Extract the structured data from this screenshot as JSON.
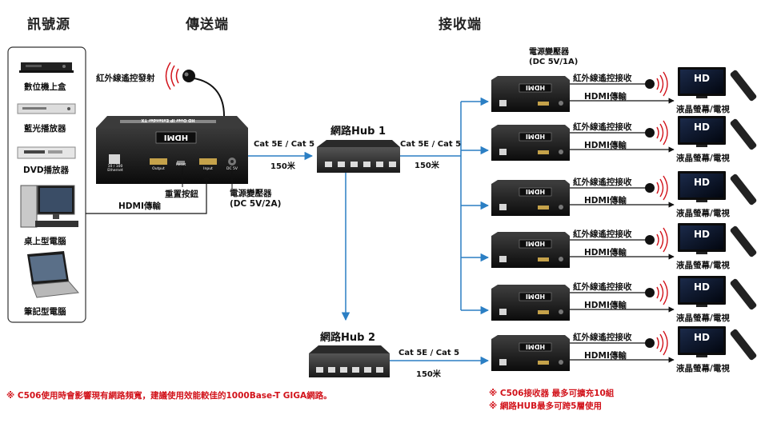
{
  "headers": {
    "source": "訊號源",
    "transmitter": "傳送端",
    "receiver": "接收端"
  },
  "sources": [
    "數位機上盒",
    "藍光播放器",
    "DVD播放器",
    "桌上型電腦",
    "筆記型電腦"
  ],
  "transmitter": {
    "ir_label": "紅外線遙控發射",
    "ports": [
      "10 / 100\nEthernet",
      "Output",
      "Reset",
      "Input",
      "DC 5V"
    ],
    "reset_label": "重置按鈕",
    "power_label": "電源變壓器\n(DC 5V/2A)",
    "hdmi_label": "HDMI傳輸",
    "logo": "HDMI",
    "model": "HD Over IP Extender TX"
  },
  "links": {
    "cable": "Cat 5E / Cat 5",
    "distance": "150米"
  },
  "hub1": {
    "title": "網路Hub 1"
  },
  "hub2": {
    "title": "網路Hub 2"
  },
  "receivers": {
    "power_label": "電源變壓器\n(DC 5V/1A)",
    "ir_label": "紅外線遙控接收",
    "hdmi_label": "HDMI傳輸",
    "display_label": "液晶螢幕/電視",
    "tv_badge": "HD",
    "count": 6
  },
  "notes": {
    "bandwidth": "※ C506使用時會影響現有網路頻寬，建議使用效能較佳的1000Base-T GIGA網路。",
    "expand": "※ C506接收器 最多可擴充10組",
    "cascade": "※ 網路HUB最多可跨5層使用"
  },
  "colors": {
    "arrow": "#2b7fc4",
    "note": "#d2131b",
    "device": "#161616",
    "ir": "#d2131b"
  }
}
